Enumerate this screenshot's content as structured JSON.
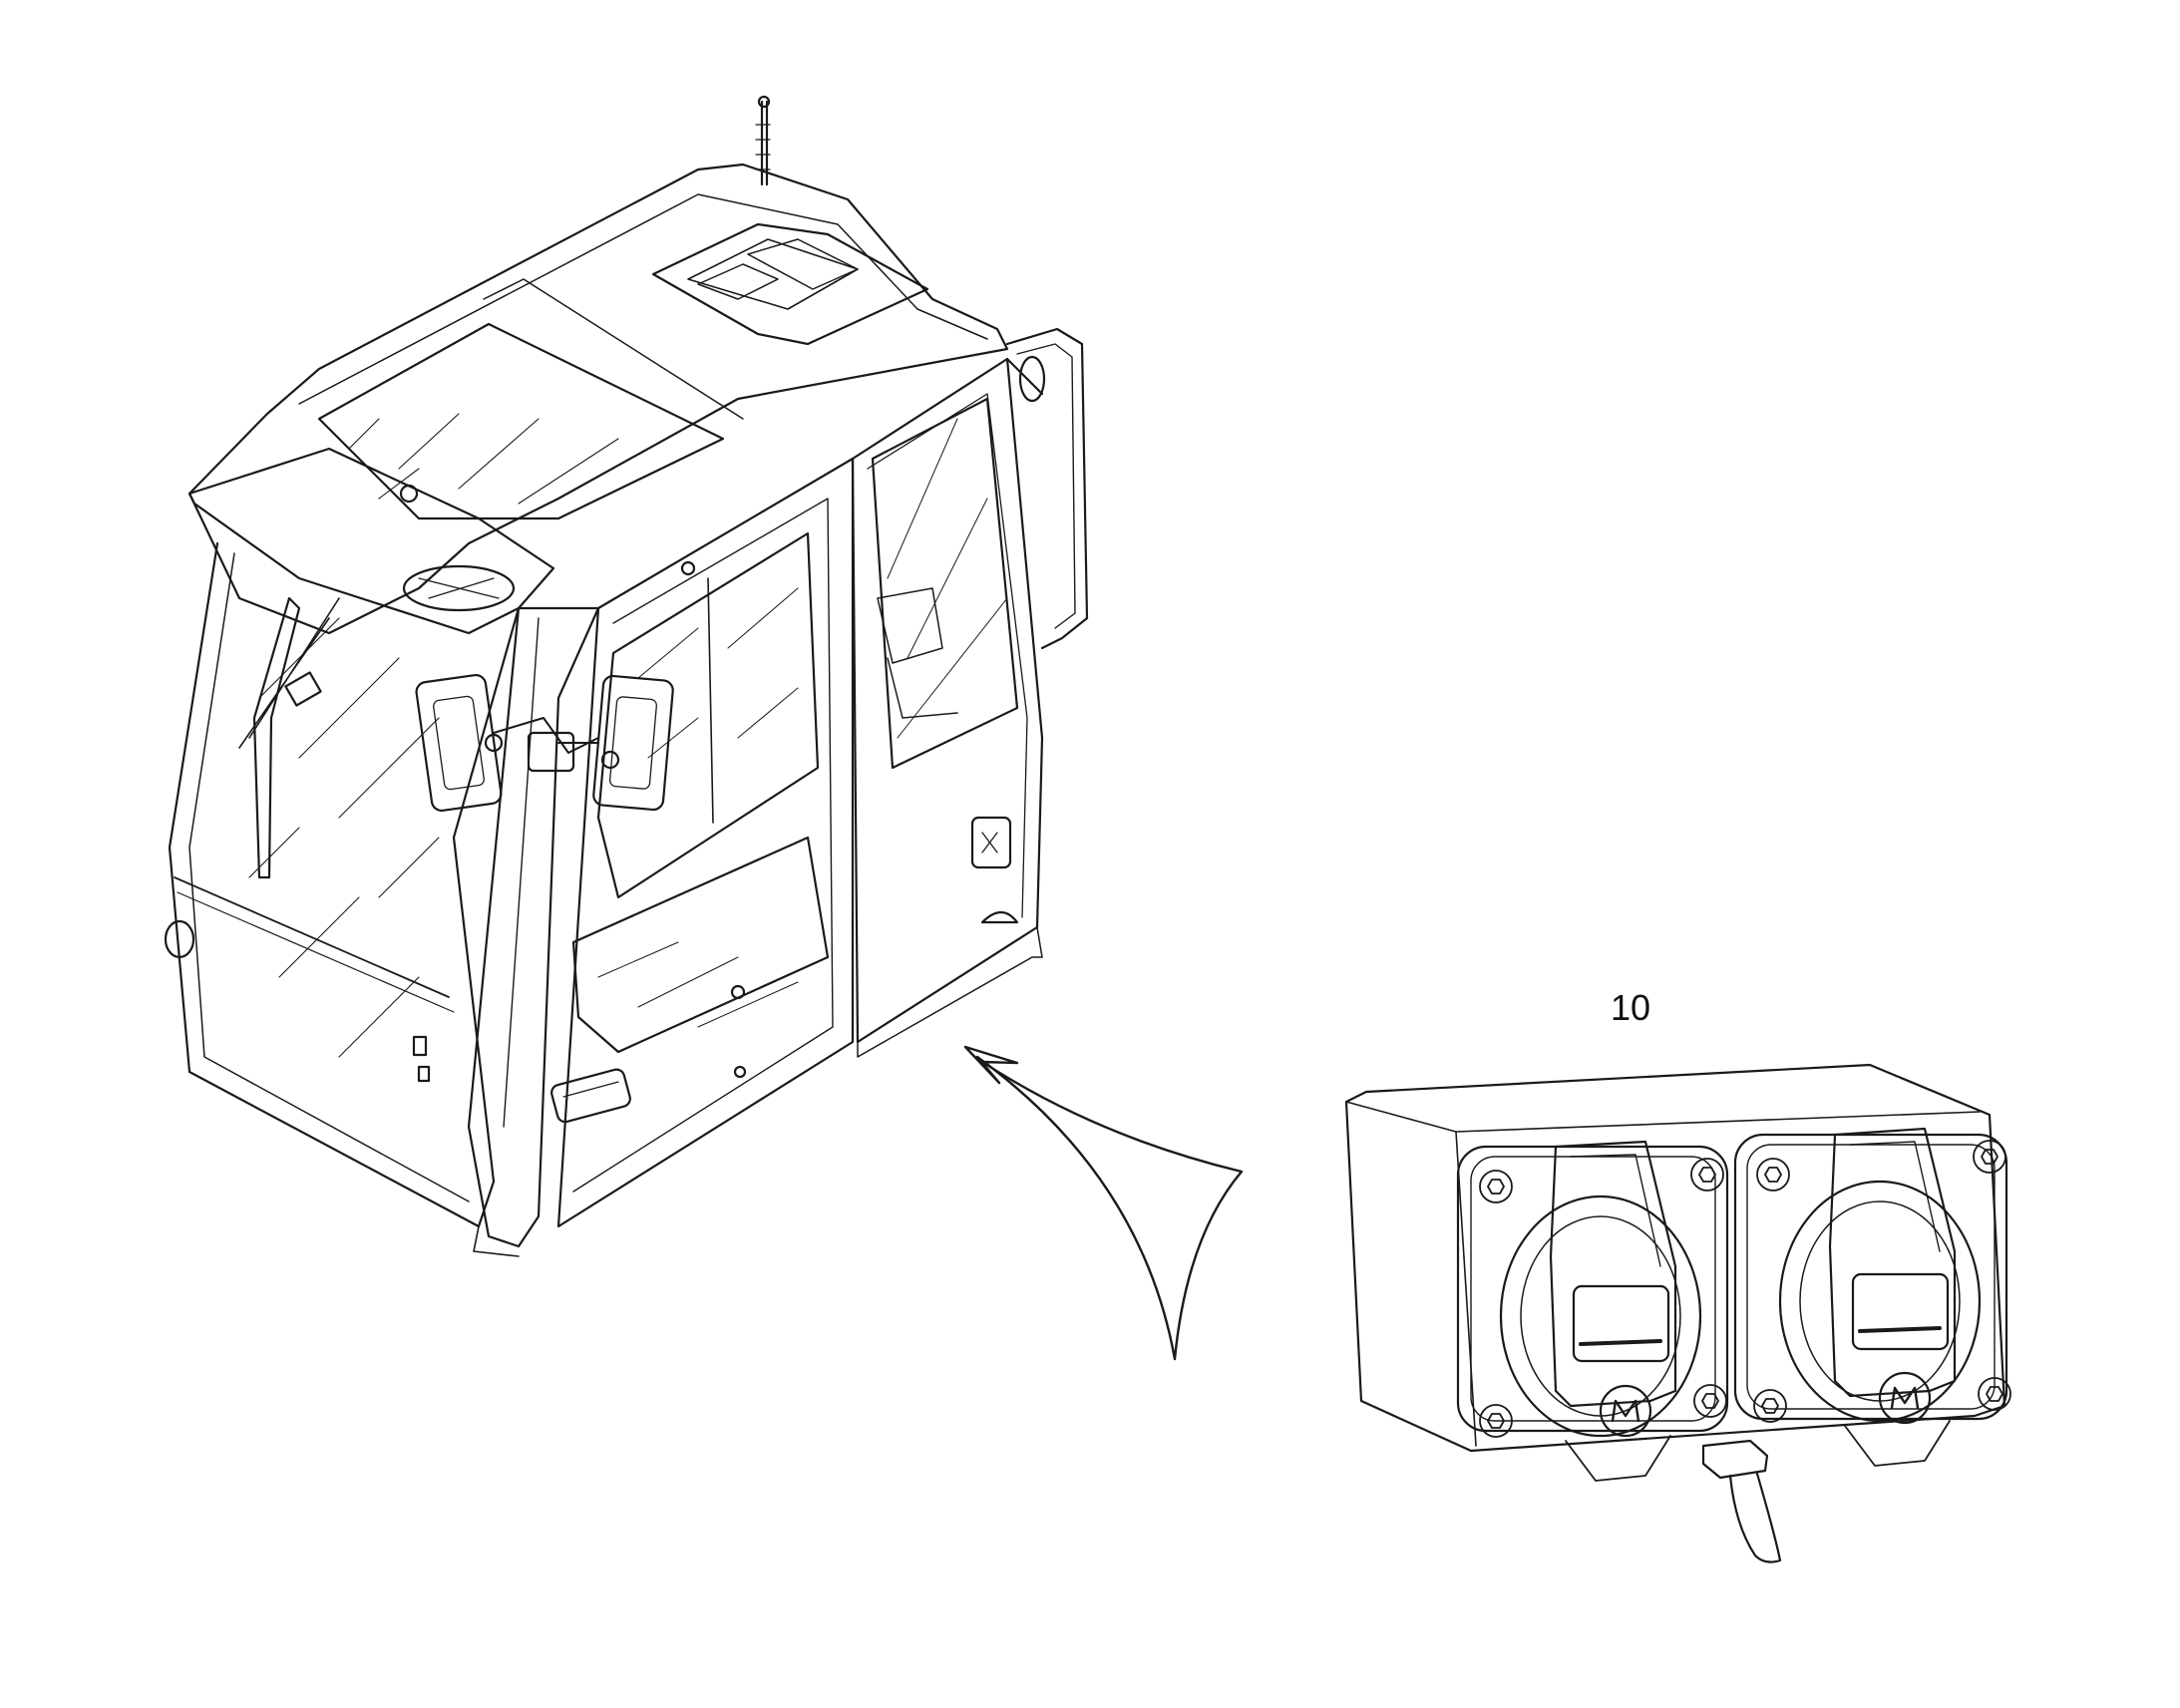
{
  "callout": {
    "reference_number": "10"
  },
  "parts": {
    "cab": "operator-cab",
    "module": "dual-socket-module",
    "arrow": "pointer-arrow"
  },
  "style": {
    "line_color": "#1a1a1a",
    "background": "#ffffff"
  }
}
